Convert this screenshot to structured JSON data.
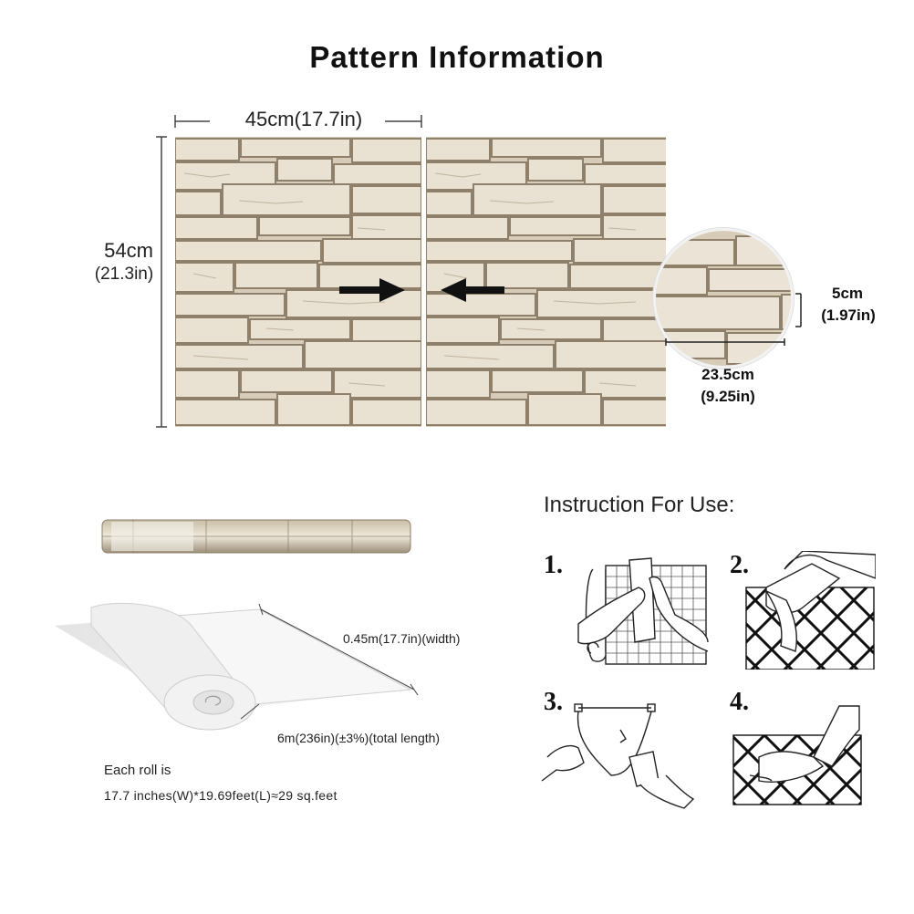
{
  "title": "Pattern Information",
  "dimensions": {
    "width": "45cm(17.7in)",
    "height_cm": "54cm",
    "height_in": "(21.3in)",
    "brick_height_cm": "5cm",
    "brick_height_in": "(1.97in)",
    "brick_width_cm": "23.5cm",
    "brick_width_in": "(9.25in)"
  },
  "roll": {
    "width_label": "0.45m(17.7in)(width)",
    "length_label": "6m(236in)(±3%)(total length)",
    "each_roll_line1": "Each roll is",
    "each_roll_line2": "17.7 inches(W)*19.69feet(L)≈29 sq.feet"
  },
  "instructions": {
    "heading": "Instruction For Use:",
    "steps": [
      {
        "number": "1."
      },
      {
        "number": "2."
      },
      {
        "number": "3."
      },
      {
        "number": "4."
      }
    ]
  },
  "colors": {
    "stone_base": "#d9cfbd",
    "stone_light": "#ebe4d6",
    "stone_dark": "#8f806b",
    "arrow": "#111111"
  },
  "icons": [
    "arrow-right-icon",
    "arrow-left-icon"
  ]
}
